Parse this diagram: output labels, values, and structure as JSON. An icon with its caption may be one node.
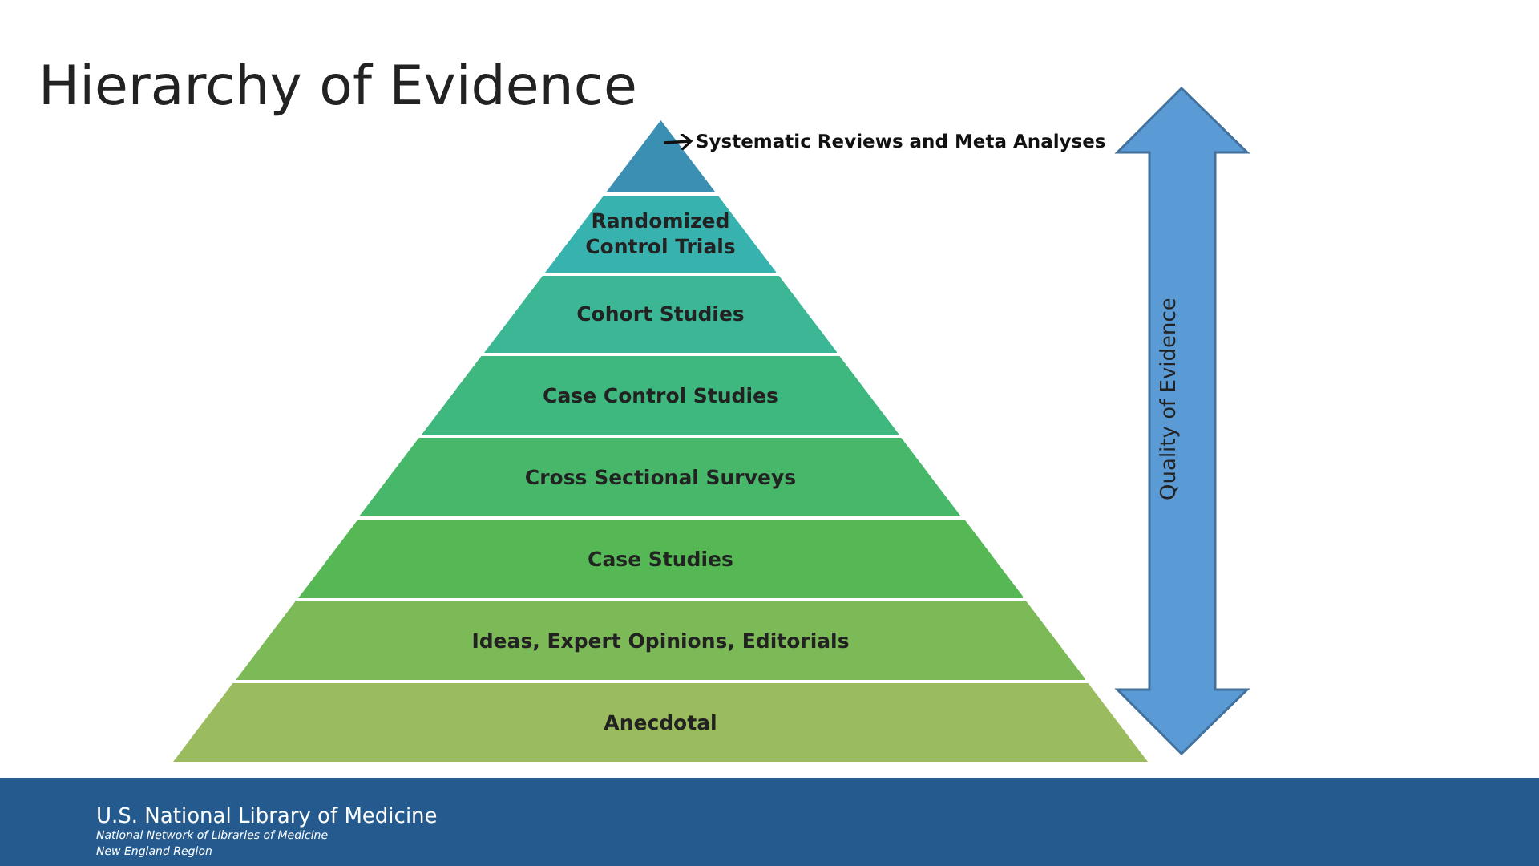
{
  "diagram": {
    "title": "Hierarchy of Evidence",
    "nodes": [
      {
        "text": [],
        "shape": "triangle"
      },
      {
        "text": [
          "Randomized Control Trials"
        ]
      },
      {
        "text": [
          "Cohort Studies"
        ]
      },
      {
        "text": [
          "Case Control Studies"
        ]
      },
      {
        "text": [
          "Cross Sectional Surveys"
        ]
      },
      {
        "text": [
          "Case Studies"
        ]
      },
      {
        "text": [
          "Ideas, Expert Opinions, Editorials"
        ]
      },
      {
        "text": [
          "Anecdotal"
        ]
      },
      {
        "text": [
          "Systematic Reviews and Meta Analyses"
        ]
      }
    ],
    "edges": [
      {
        "from": 0,
        "to": 8,
        "arrow": "to"
      }
    ],
    "labels": [
      "Quality of Evidence",
      "U.S. National Library of Medicine",
      "National Network of Libraries of Medicine",
      "New England Region"
    ]
  }
}
